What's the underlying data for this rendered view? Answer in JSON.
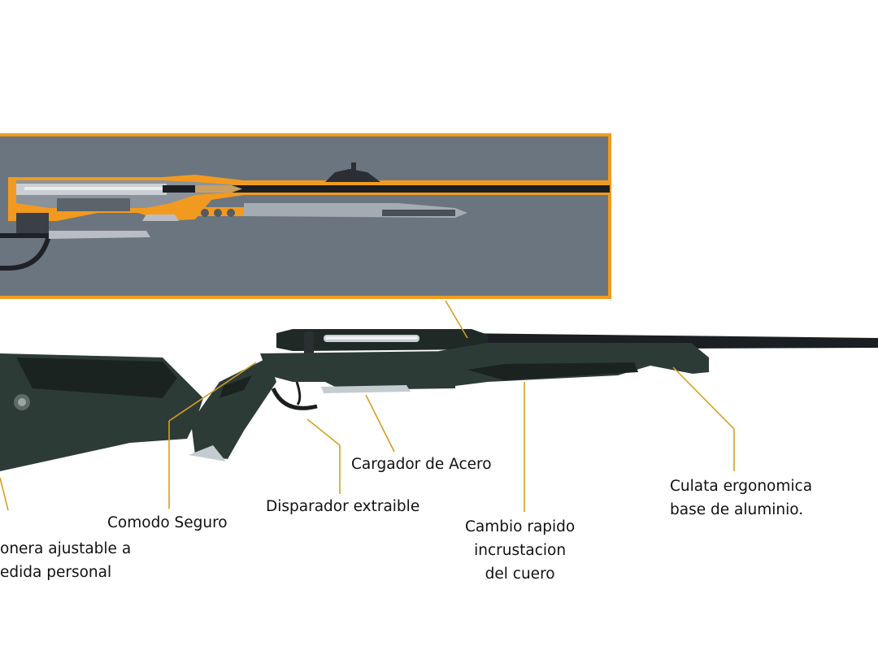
{
  "colors": {
    "accent": "#f29a1f",
    "stock": "#2d3b36",
    "stock_dark": "#1a2320",
    "inset_bg": "#6b7580",
    "barrel": "#1b1f22"
  },
  "labels": {
    "cargador": "Cargador de Acero",
    "disparador": "Disparador extraible",
    "comodo": "Comodo Seguro",
    "culata": "Culata ergonomica\nbase de aluminio.",
    "cambio": "Cambio rapido\nincrustacion\ndel cuero",
    "cantonera": "onera ajustable a\nedida personal"
  }
}
